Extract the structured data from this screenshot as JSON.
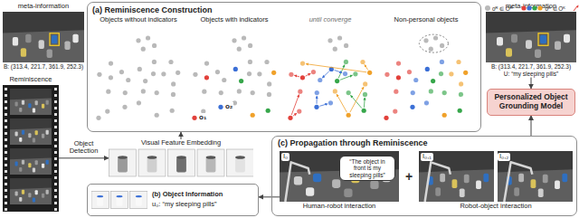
{
  "diagram": {
    "nodes": [
      {
        "text": [
          "(a) Reminiscence Construction"
        ]
      },
      {
        "text": [
          "meta-information",
          "B: (313.4, 221.7, 361.9, 252.3)"
        ]
      },
      {
        "text": [
          "Reminiscence"
        ]
      },
      {
        "text": [
          "meta-information",
          "B: (313.4, 221.7, 361.9, 252.3)",
          "U: “my sleeping pills”"
        ]
      },
      {
        "text": [
          "Personalized Object Grounding Model"
        ]
      },
      {
        "text": [
          "Visual Feature Embedding"
        ]
      },
      {
        "text": [
          "(b) Object Information",
          "u₀: “my sleeping pills”"
        ]
      },
      {
        "text": [
          "(c) Propagation through Reminiscence"
        ]
      },
      {
        "text": [
          "Human-robot interaction"
        ],
        "in": 7
      },
      {
        "text": [
          "“The object in front is my sleeping pills”"
        ],
        "in": 8
      },
      {
        "text": [
          "Robot-object interaction"
        ],
        "in": 7
      }
    ],
    "edges": [
      {
        "from": 2,
        "to": 5,
        "label": "Object Detection",
        "arrow": "to"
      },
      {
        "from": 5,
        "to": 0,
        "arrow": "to"
      },
      {
        "from": 3,
        "to": 4,
        "arrow": "to"
      },
      {
        "from": 8,
        "to": 6,
        "arrow": "to"
      },
      {
        "from": 7,
        "to": 4,
        "arrow": "to"
      }
    ],
    "labels": [
      "Objects without indicators",
      "o₁",
      "o₂",
      "Objects with indicators",
      "until converge",
      "Non-personal objects",
      "I₀",
      "+",
      "I₀,₁",
      "I₀,₂"
    ],
    "legend": [
      {
        "text": "oᴿ ∈ Oᴿ",
        "color": "#b9b9b9"
      },
      {
        "text": "oᴷ ∈ Oᴷ"
      },
      {
        "text": "Indicator Scoring"
      },
      {
        "text": "propagated object"
      }
    ]
  }
}
